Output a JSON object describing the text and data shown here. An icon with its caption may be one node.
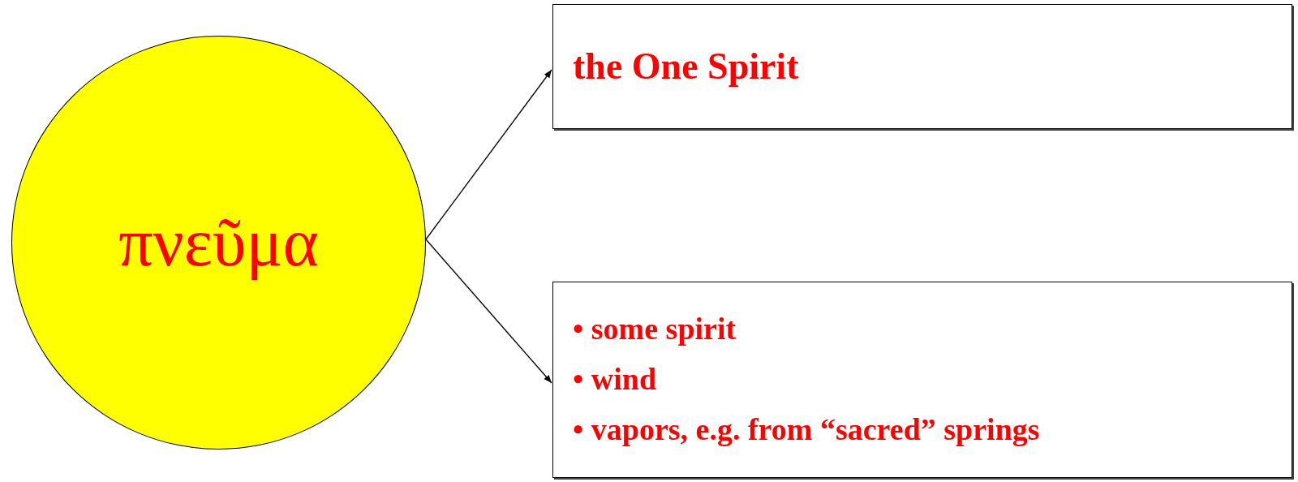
{
  "diagram": {
    "nodes": [
      {
        "text": [
          "πνεῦμα"
        ]
      },
      {
        "text": [
          "the One Spirit"
        ]
      },
      {
        "text": [
          "• some spirit",
          "• wind",
          "• vapors, e.g. from “sacred” springs"
        ]
      }
    ],
    "edges": [
      {
        "from": 0,
        "to": 1,
        "arrow": "to"
      },
      {
        "from": 0,
        "to": 2,
        "arrow": "to"
      }
    ]
  }
}
